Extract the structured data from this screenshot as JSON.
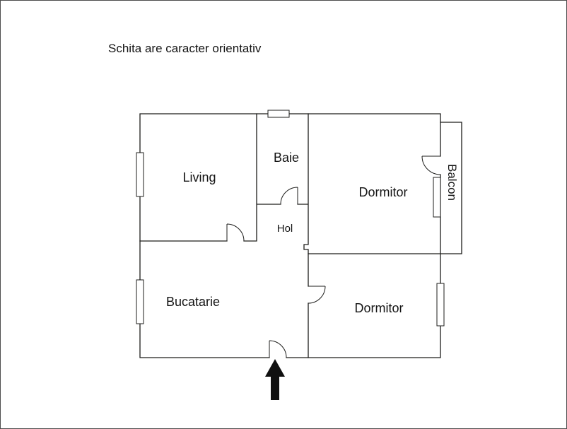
{
  "meta": {
    "disclaimer": "Schita are caracter orientativ"
  },
  "rooms": {
    "living": "Living",
    "baie": "Baie",
    "hol": "Hol",
    "dormitor_top": "Dormitor",
    "dormitor_bottom": "Dormitor",
    "bucatarie": "Bucatarie",
    "balcon": "Balcon"
  },
  "colors": {
    "line": "#1d1d1b",
    "text": "#141414",
    "arrow": "#101010",
    "background": "#ffffff",
    "frame": "#4d4d4d"
  }
}
